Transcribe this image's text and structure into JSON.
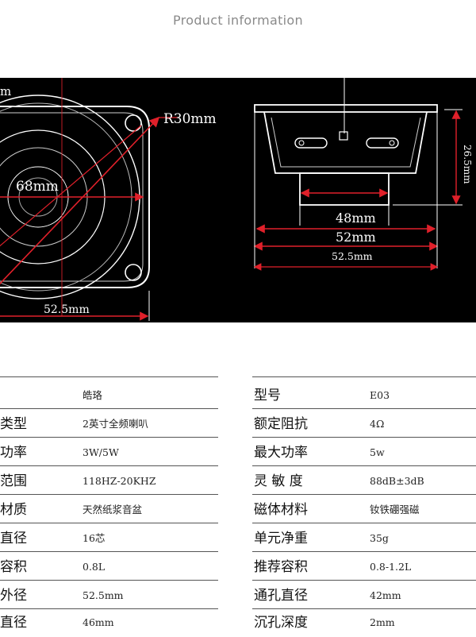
{
  "header": {
    "title_cn": "",
    "subtitle_en": "Product information"
  },
  "drawing": {
    "front": {
      "mount_radius": "R30mm",
      "cone_diameter": "68mm",
      "frame_width": "52.5mm",
      "left_fragment": "m"
    },
    "side": {
      "depth": "26.5mm",
      "magnet_width": "48mm",
      "basket_width": "52mm",
      "overall_width": "52.5mm"
    },
    "colors": {
      "dimension_line": "#e0202a",
      "outline": "#ffffff",
      "background": "#000000"
    }
  },
  "specs": {
    "rows": [
      {
        "left_label": "",
        "left_value": "皓珞",
        "right_label": "型号",
        "right_value": "E03"
      },
      {
        "left_label": "类型",
        "left_value": "2英寸全频喇叭",
        "right_label": "额定阻抗",
        "right_value": "4Ω"
      },
      {
        "left_label": "功率",
        "left_value": "3W/5W",
        "right_label": "最大功率",
        "right_value": "5w"
      },
      {
        "left_label": "范围",
        "left_value": "118HZ-20KHZ",
        "right_label": "灵 敏 度",
        "right_value": "88dB±3dB"
      },
      {
        "left_label": "材质",
        "left_value": "天然纸浆音盆",
        "right_label": "磁体材料",
        "right_value": "钕铁硼强磁"
      },
      {
        "left_label": "直径",
        "left_value": "16芯",
        "right_label": "单元净重",
        "right_value": " 35g"
      },
      {
        "left_label": "容积",
        "left_value": "0.8L",
        "right_label": "推荐容积",
        "right_value": "0.8-1.2L"
      },
      {
        "left_label": "外径",
        "left_value": "52.5mm",
        "right_label": "通孔直径",
        "right_value": "42mm"
      },
      {
        "left_label": "直径",
        "left_value": "46mm",
        "right_label": "沉孔深度",
        "right_value": "2mm"
      }
    ]
  }
}
